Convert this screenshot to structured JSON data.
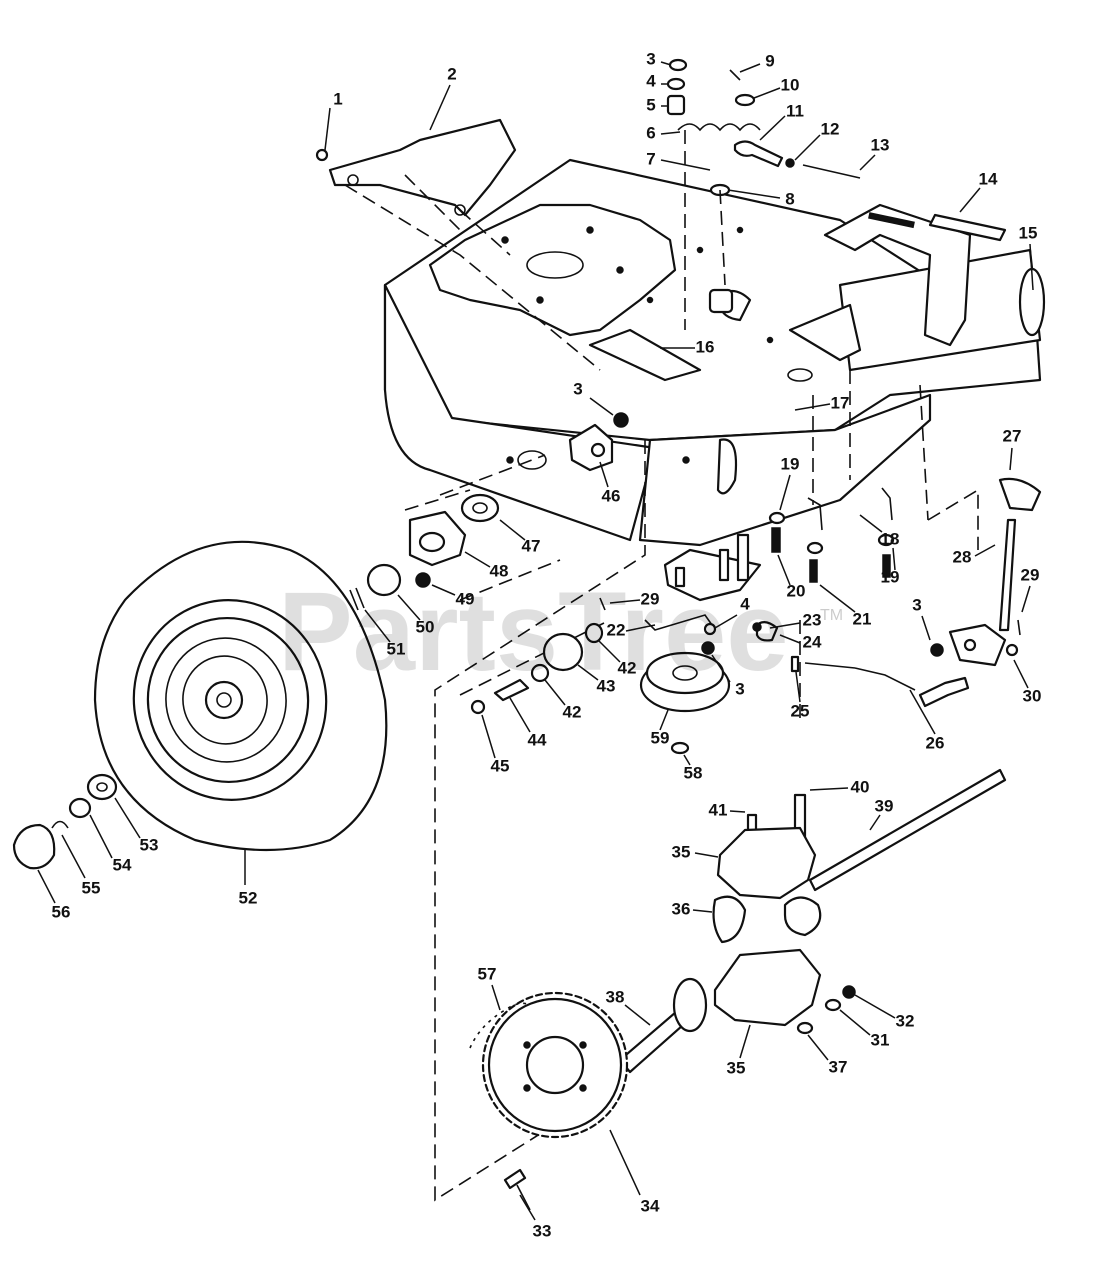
{
  "watermark": {
    "text": "PartsTree",
    "tm": "TM"
  },
  "labels": [
    "1",
    "2",
    "3",
    "4",
    "5",
    "6",
    "7",
    "8",
    "9",
    "10",
    "11",
    "12",
    "13",
    "14",
    "15",
    "16",
    "17",
    "3",
    "18",
    "19",
    "27",
    "46",
    "47",
    "48",
    "49",
    "50",
    "51",
    "19",
    "20",
    "21",
    "28",
    "29",
    "3",
    "29",
    "4",
    "22",
    "42",
    "43",
    "23",
    "24",
    "3",
    "25",
    "26",
    "30",
    "42",
    "44",
    "45",
    "59",
    "58",
    "53",
    "54",
    "55",
    "56",
    "52",
    "40",
    "41",
    "39",
    "35",
    "36",
    "57",
    "38",
    "32",
    "31",
    "35",
    "37",
    "34",
    "33"
  ]
}
